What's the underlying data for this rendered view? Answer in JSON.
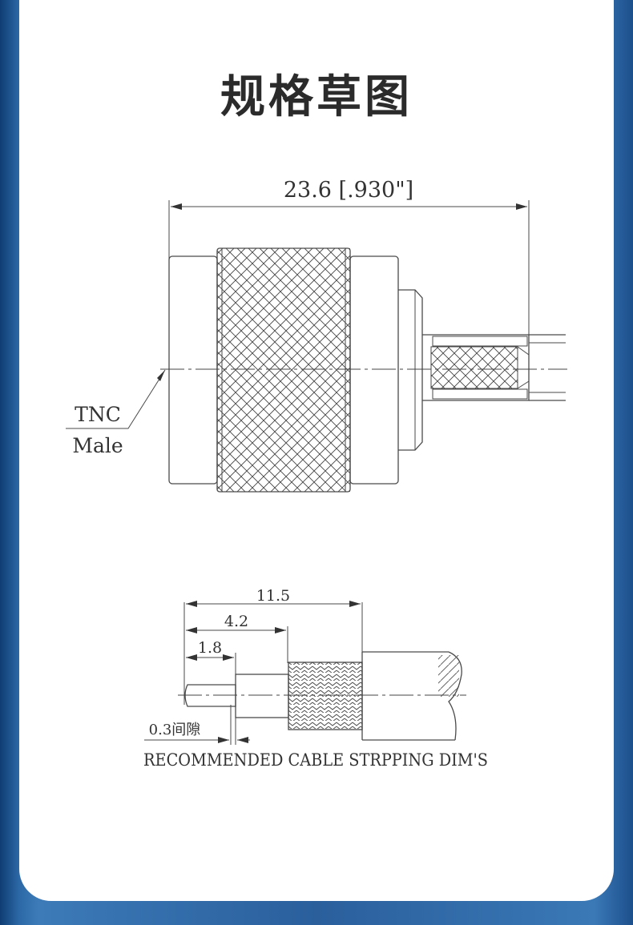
{
  "page": {
    "title": "规格草图"
  },
  "connector_drawing": {
    "overall_length_label": "23.6 [.930\"]",
    "callout_line1": "TNC",
    "callout_line2": "Male"
  },
  "stripping_drawing": {
    "dim_total": "11.5",
    "dim_mid": "4.2",
    "dim_pin": "1.8",
    "gap_label": "0.3间隙",
    "caption": "RECOMMENDED CABLE STRPPING DIM'S"
  },
  "colors": {
    "background": "#2a5f9c",
    "card": "#ffffff",
    "line": "#4a4a4a",
    "title": "#2b2b2b"
  }
}
